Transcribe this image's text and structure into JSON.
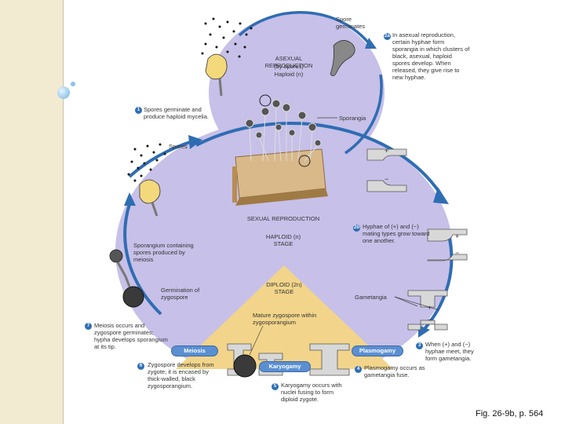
{
  "labels": {
    "spore_germinates": "Spore germinates",
    "asexual_title": "ASEXUAL REPRODUCTION",
    "by_spores": "(by spores)",
    "haploid_n": "Haploid (n)",
    "sporangia": "Sporangia",
    "spores": "Spores",
    "sexual_title": "SEXUAL REPRODUCTION",
    "haploid_stage": "HAPLOID (n)",
    "stage1": "STAGE",
    "diploid_stage": "DIPLOID (2n)",
    "stage2": "STAGE",
    "mature_zygospore": "Mature zygospore within zygosporangium",
    "sporangium_meiosis": "Sporangium containing spores produced by meiosis",
    "germination_zygospore": "Germination of zygospore",
    "gametangia": "Gametangia",
    "meiosis": "Meiosis",
    "karyogamy": "Karyogamy",
    "plasmogamy": "Plasmogamy",
    "plus": "+",
    "minus": "−"
  },
  "steps": {
    "s1": {
      "num": "1",
      "text": "Spores germinate and produce haploid mycelia."
    },
    "s2a": {
      "num": "2a",
      "text": "In asexual reproduction, certain hyphae form sporangia in which clusters of black, asexual, haploid spores develop. When released, they give rise to new hyphae."
    },
    "s2b": {
      "num": "2b",
      "text": "Hyphae of (+) and (−) mating types grow toward one another."
    },
    "s3": {
      "num": "3",
      "text": "When (+) and (−) hyphae meet, they form gametangia."
    },
    "s4": {
      "num": "4",
      "text": "Plasmogamy occurs as gametangia fuse."
    },
    "s5": {
      "num": "5",
      "text": "Karyogamy occurs with nuclei fusing to form diploid zygote."
    },
    "s6": {
      "num": "6",
      "text": "Zygospore develops from zygote; it is encased by thick-walled, black zygosporangium."
    },
    "s7": {
      "num": "7",
      "text": "Meiosis occurs and zygospore germinates; hypha develops sporangium at its tip."
    }
  },
  "caption": "Fig. 26-9b, p. 564",
  "colors": {
    "background_band": "#f3ead2",
    "cycle_fill": "#c7c0e8",
    "diploid_fill": "#f2d58a",
    "arrow": "#2f6db3"
  }
}
